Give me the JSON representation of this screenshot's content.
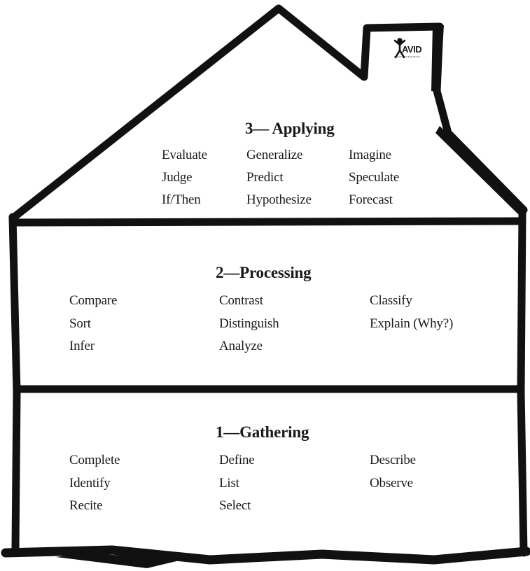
{
  "logo": {
    "text": "AVID",
    "tagline": "Decades of College Dreams"
  },
  "levels": {
    "applying": {
      "title": "3— Applying",
      "words": [
        "Evaluate",
        "Generalize",
        "Imagine",
        "Judge",
        "Predict",
        "Speculate",
        "If/Then",
        "Hypothesize",
        "Forecast"
      ]
    },
    "processing": {
      "title": "2—Processing",
      "words": [
        "Compare",
        "Contrast",
        "Classify",
        "Sort",
        "Distinguish",
        "Explain (Why?)",
        "Infer",
        "Analyze"
      ]
    },
    "gathering": {
      "title": "1—Gathering",
      "words": [
        "Complete",
        "Define",
        "Describe",
        "Identify",
        "List",
        "Observe",
        "Recite",
        "Select"
      ]
    }
  },
  "colors": {
    "ink": "#111111",
    "paper": "#ffffff"
  }
}
